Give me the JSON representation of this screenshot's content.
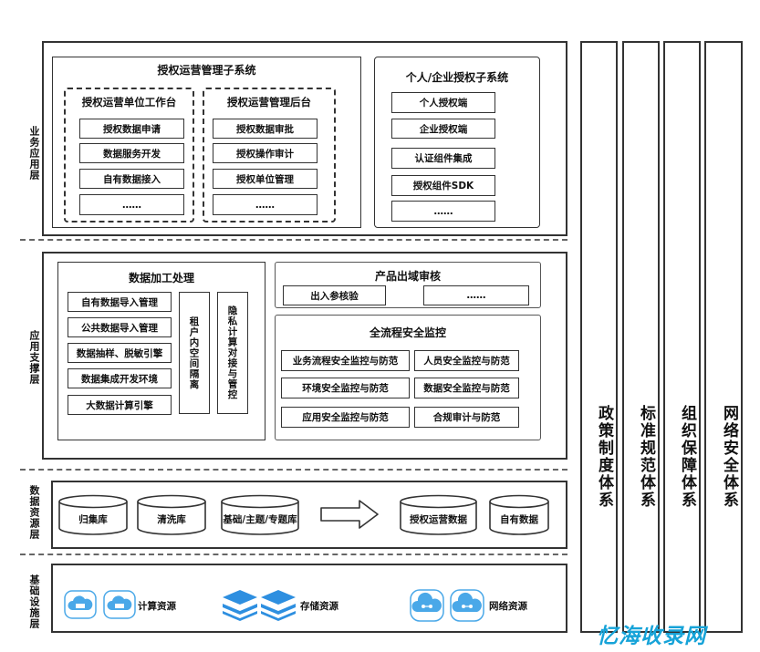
{
  "layers": {
    "business": "业务应用层",
    "support": "应用支撑层",
    "resource": "数据资源层",
    "infra": "基础设施层"
  },
  "business": {
    "auth_ops": {
      "title": "授权运营管理子系统",
      "unit_portal": {
        "title": "授权运营单位工作台",
        "items": [
          "授权数据申请",
          "数据服务开发",
          "自有数据接入",
          "……"
        ]
      },
      "backend": {
        "title": "授权运营管理后台",
        "items": [
          "授权数据审批",
          "授权操作审计",
          "授权单位管理",
          "……"
        ]
      }
    },
    "personal": {
      "title": "个人/企业授权子系统",
      "items": [
        "个人授权端",
        "企业授权端",
        "认证组件集成",
        "授权组件SDK",
        "……"
      ]
    }
  },
  "support": {
    "processing": {
      "title": "数据加工处理",
      "items": [
        "自有数据导入管理",
        "公共数据导入管理",
        "数据抽样、脱敏引擎",
        "数据集成开发环境",
        "大数据计算引擎"
      ],
      "tenant": "租户内空间隔离",
      "privacy": "隐私计算对接与管控"
    },
    "export_review": {
      "title": "产品出域审核",
      "items": [
        "出入参核验",
        "……"
      ]
    },
    "monitor": {
      "title": "全流程安全监控",
      "items": [
        "业务流程安全监控与防范",
        "人员安全监控与防范",
        "环境安全监控与防范",
        "数据安全监控与防范",
        "应用安全监控与防范",
        "合规审计与防范"
      ]
    }
  },
  "resource": {
    "stores": [
      "归集库",
      "清洗库",
      "基础/主题/专题库"
    ],
    "targets": [
      "授权运营数据",
      "自有数据"
    ]
  },
  "infra": {
    "compute": "计算资源",
    "storage": "存储资源",
    "network": "网络资源"
  },
  "pillars": [
    "政策制度体系",
    "标准规范体系",
    "组织保障体系",
    "网络安全体系"
  ],
  "watermark": "忆海收录网",
  "colors": {
    "cloud_blue": "#4aa8e8",
    "stack_blue": "#2e8fe0",
    "watermark": "#16a3d8"
  }
}
